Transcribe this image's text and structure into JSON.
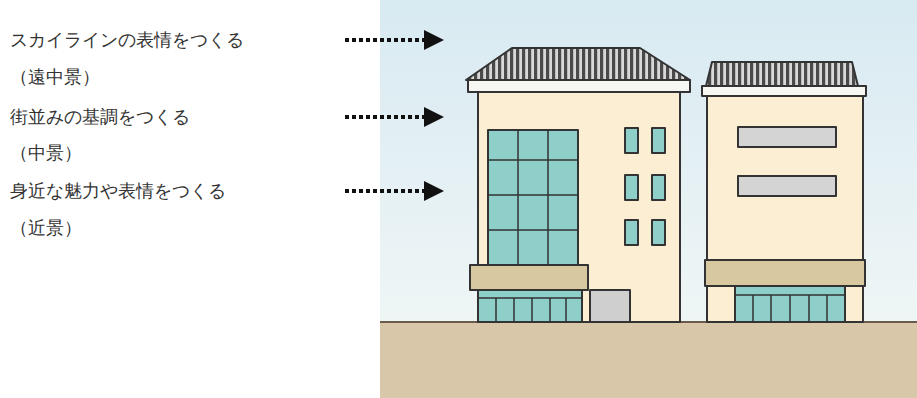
{
  "diagram": {
    "labels": [
      "スカイラインの表情をつくる",
      "（遠中景）",
      "街並みの基調をつくる",
      "（中景）",
      "身近な魅力や表情をつくる",
      "（近景）"
    ]
  }
}
